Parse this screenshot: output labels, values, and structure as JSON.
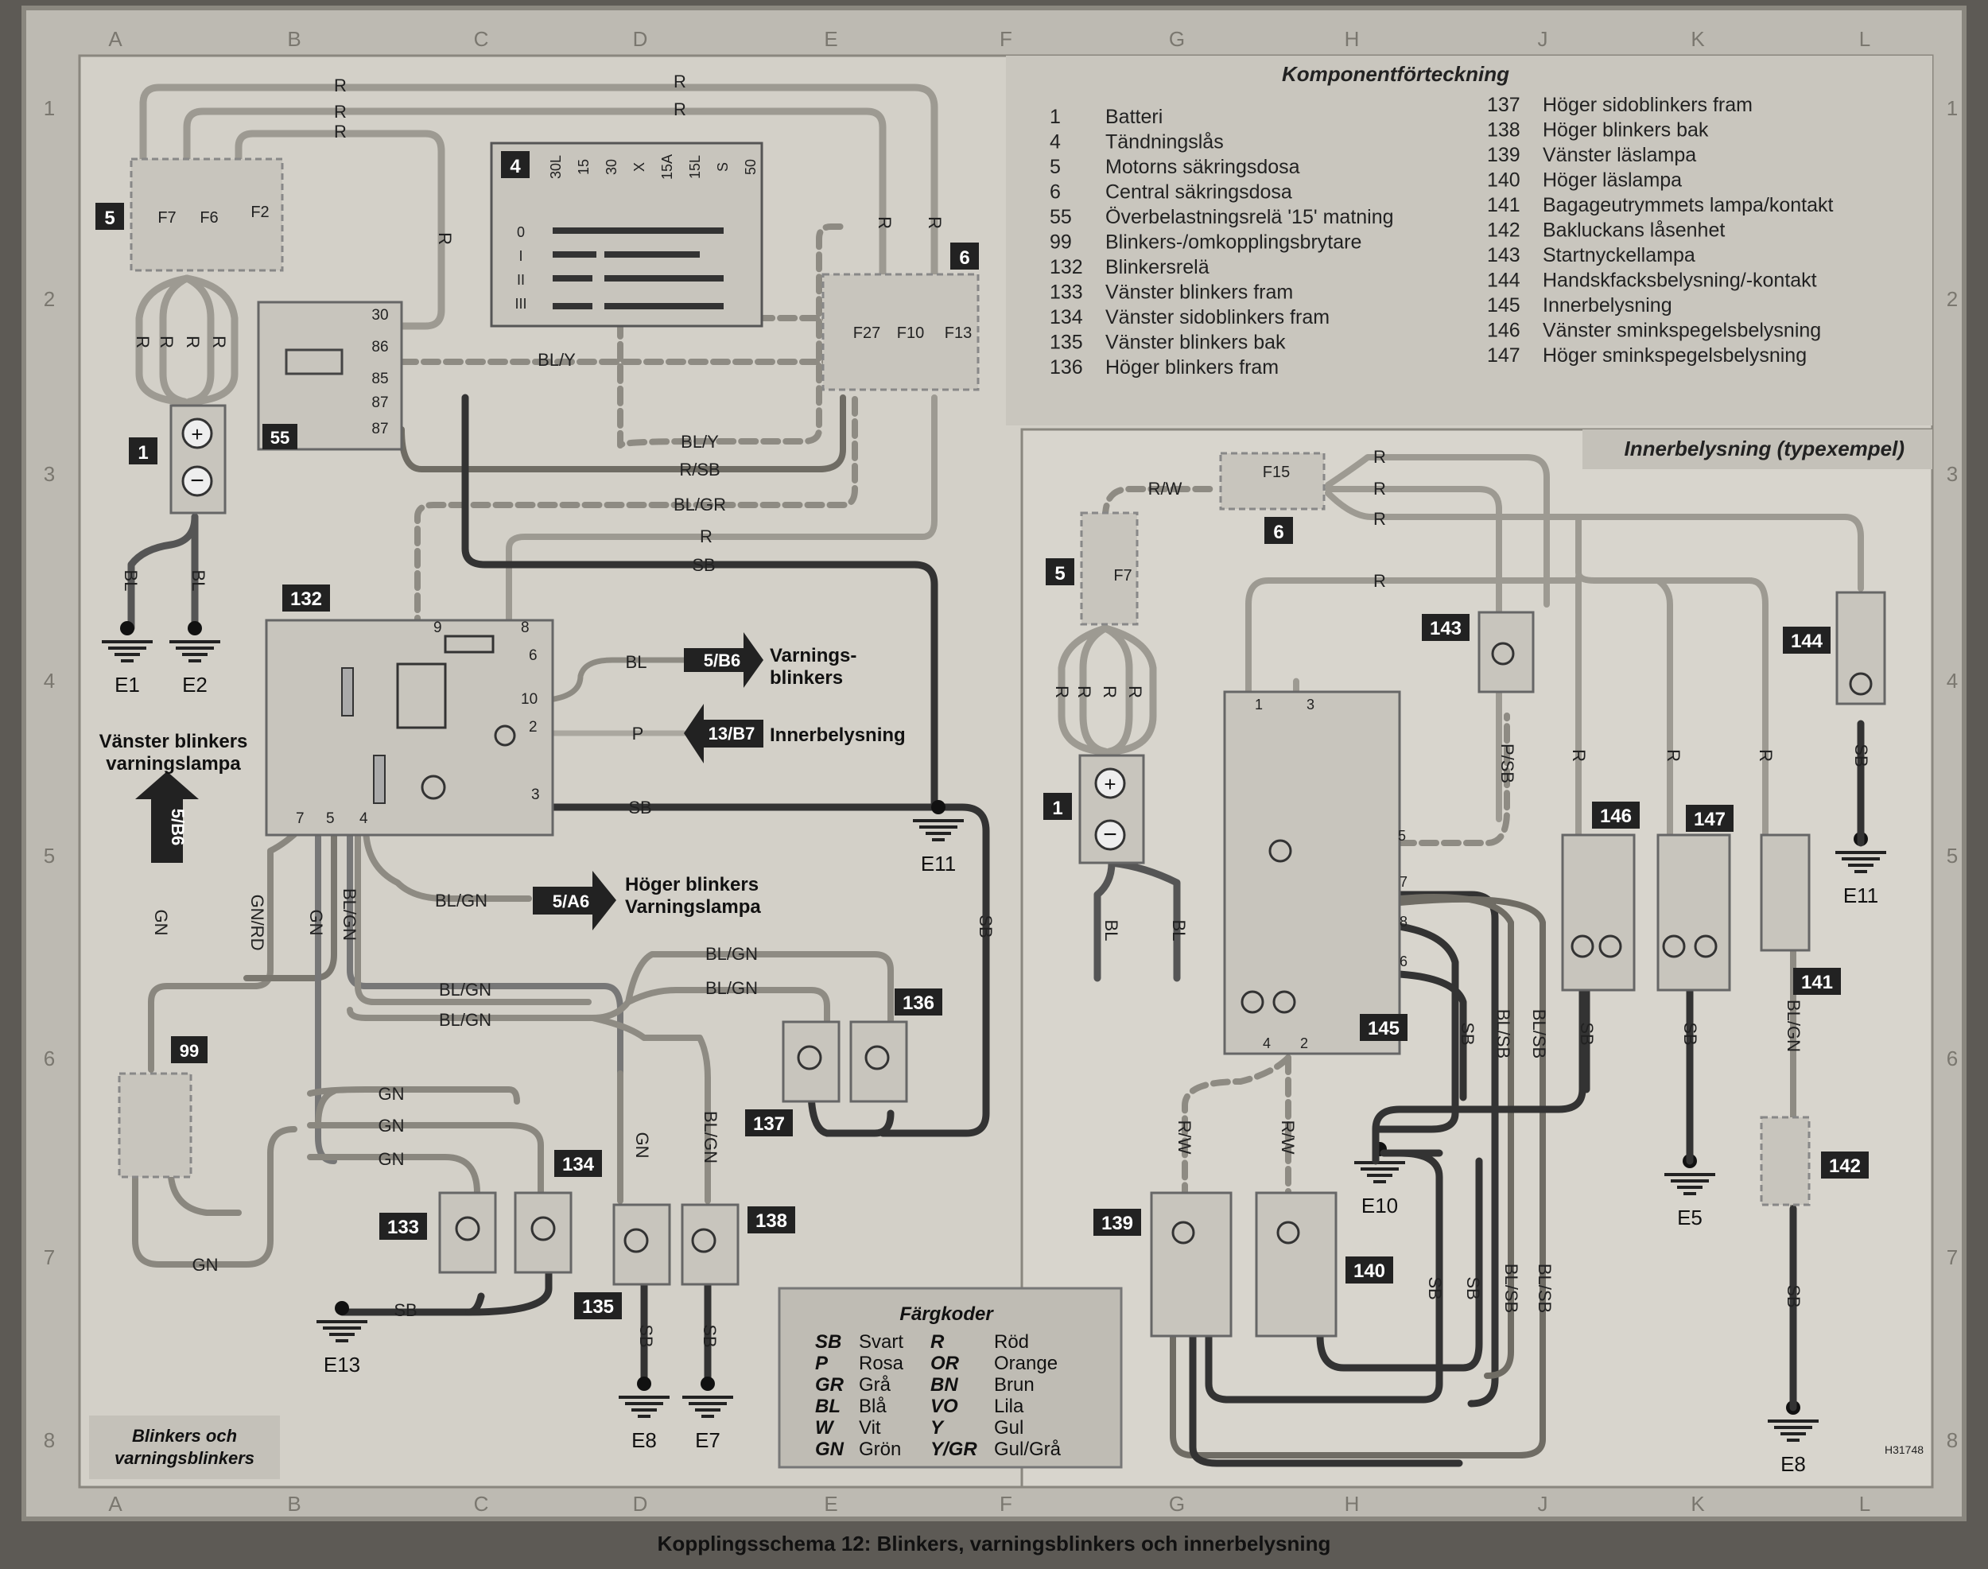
{
  "grid": {
    "cols": [
      "A",
      "B",
      "C",
      "D",
      "E",
      "F",
      "G",
      "H",
      "J",
      "K",
      "L"
    ],
    "rows": [
      "1",
      "2",
      "3",
      "4",
      "5",
      "6",
      "7",
      "8"
    ]
  },
  "component_list": {
    "title": "Komponentförteckning",
    "left": [
      {
        "n": "1",
        "name": "Batteri"
      },
      {
        "n": "4",
        "name": "Tändningslås"
      },
      {
        "n": "5",
        "name": "Motorns säkringsdosa"
      },
      {
        "n": "6",
        "name": "Central säkringsdosa"
      },
      {
        "n": "55",
        "name": "Överbelastningsrelä '15' matning"
      },
      {
        "n": "99",
        "name": "Blinkers-/omkopplingsbrytare"
      },
      {
        "n": "132",
        "name": "Blinkersrelä"
      },
      {
        "n": "133",
        "name": "Vänster blinkers fram"
      },
      {
        "n": "134",
        "name": "Vänster sidoblinkers fram"
      },
      {
        "n": "135",
        "name": "Vänster blinkers bak"
      },
      {
        "n": "136",
        "name": "Höger blinkers fram"
      }
    ],
    "right": [
      {
        "n": "137",
        "name": "Höger sidoblinkers fram"
      },
      {
        "n": "138",
        "name": "Höger blinkers bak"
      },
      {
        "n": "139",
        "name": "Vänster läslampa"
      },
      {
        "n": "140",
        "name": "Höger läslampa"
      },
      {
        "n": "141",
        "name": "Bagageutrymmets lampa/kontakt"
      },
      {
        "n": "142",
        "name": "Bakluckans låsenhet"
      },
      {
        "n": "143",
        "name": "Startnyckellampa"
      },
      {
        "n": "144",
        "name": "Handskfacksbelysning/-kontakt"
      },
      {
        "n": "145",
        "name": "Innerbelysning"
      },
      {
        "n": "146",
        "name": "Vänster sminkspegelsbelysning"
      },
      {
        "n": "147",
        "name": "Höger sminkspegelsbelysning"
      }
    ]
  },
  "ignition_table": {
    "id": "4",
    "terminals": [
      "30L",
      "15",
      "30",
      "X",
      "15A",
      "15L",
      "S",
      "50"
    ],
    "positions": [
      "0",
      "I",
      "II",
      "III"
    ]
  },
  "inner_panel_title": "Innerbelysning (typexempel)",
  "panel_left_title": "Blinkers och varningsblinkers",
  "color_codes": {
    "title": "Färgkoder",
    "items": [
      {
        "code": "SB",
        "name": "Svart"
      },
      {
        "code": "P",
        "name": "Rosa"
      },
      {
        "code": "GR",
        "name": "Grå"
      },
      {
        "code": "BL",
        "name": "Blå"
      },
      {
        "code": "W",
        "name": "Vit"
      },
      {
        "code": "GN",
        "name": "Grön"
      },
      {
        "code": "R",
        "name": "Röd"
      },
      {
        "code": "OR",
        "name": "Orange"
      },
      {
        "code": "BN",
        "name": "Brun"
      },
      {
        "code": "VO",
        "name": "Lila"
      },
      {
        "code": "Y",
        "name": "Gul"
      },
      {
        "code": "Y/GR",
        "name": "Gul/Grå"
      }
    ]
  },
  "arrows": {
    "warning": {
      "ref": "5/B6",
      "label": "Varnings-\nblinkers"
    },
    "interior": {
      "ref": "13/B7",
      "label": "Innerbelysning"
    },
    "right_lamp": {
      "ref": "5/A6",
      "label": "Höger blinkers\nVarningslampa"
    },
    "left_lamp": {
      "ref": "5/B6",
      "label": "Vänster blinkers\nvarningslampa"
    }
  },
  "grounds": [
    "E1",
    "E2",
    "E11",
    "E13",
    "E8",
    "E7",
    "E10",
    "E5",
    "E11",
    "E8"
  ],
  "drawing_ref": "H31748",
  "caption": "Kopplingsschema 12: Blinkers, varningsblinkers och innerbelysning"
}
